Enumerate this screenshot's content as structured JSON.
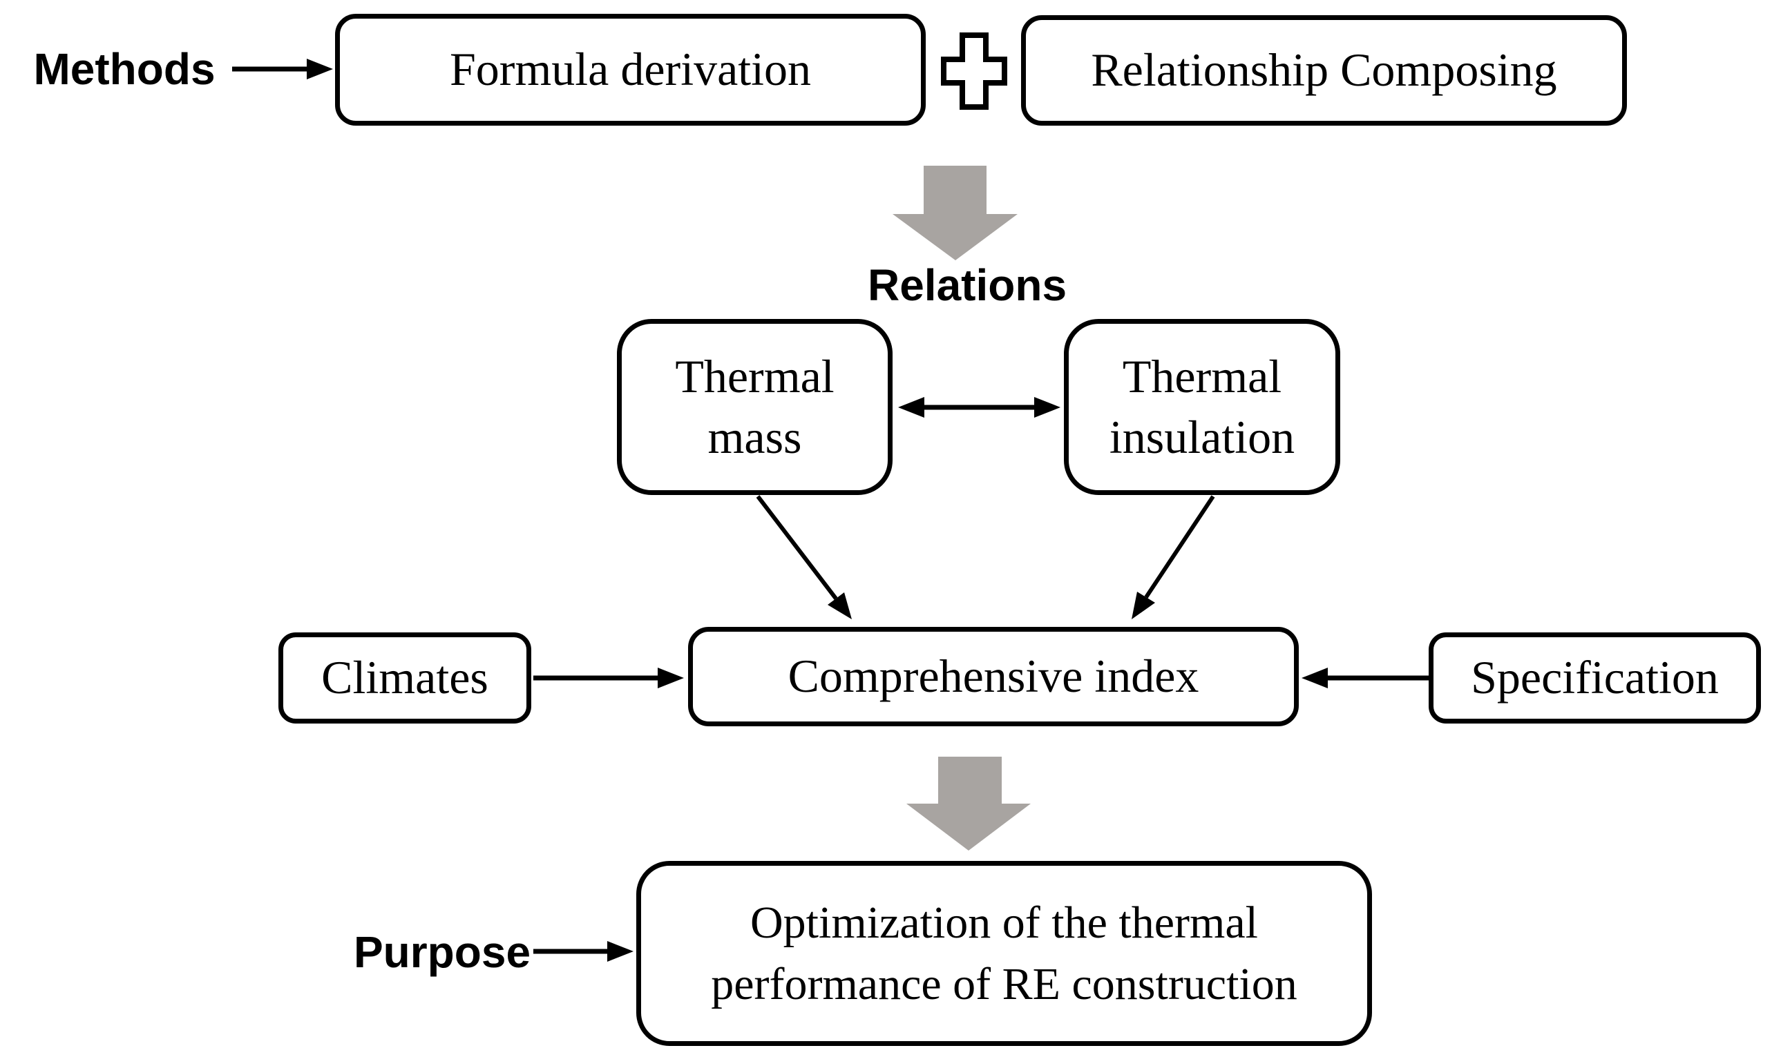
{
  "figure": {
    "labels": {
      "methods": "Methods",
      "relations": "Relations",
      "purpose": "Purpose"
    },
    "nodes": {
      "formula_derivation": "Formula derivation",
      "relationship_composing": "Relationship Composing",
      "thermal_mass": "Thermal mass",
      "thermal_insulation": "Thermal insulation",
      "climates": "Climates",
      "comprehensive_index": "Comprehensive index",
      "specification": "Specification",
      "optimization": "Optimization of the thermal performance of RE construction"
    },
    "icons": {
      "plus": "plus-icon",
      "block_arrow": "down-block-arrow-icon"
    },
    "colors": {
      "stroke": "#000000",
      "text": "#000000",
      "box_fill": "#ffffff",
      "block_arrow_gray": "#a8a4a1",
      "background": "#ffffff"
    },
    "edges": [
      {
        "from": "Methods",
        "to": "Formula derivation",
        "style": "arrow"
      },
      {
        "from": "Formula derivation",
        "to": "Relationship Composing",
        "style": "plus-join"
      },
      {
        "from": "Methods row",
        "to": "Relations",
        "style": "block-arrow-down"
      },
      {
        "from": "Thermal mass",
        "to": "Thermal insulation",
        "style": "double-arrow"
      },
      {
        "from": "Thermal mass",
        "to": "Comprehensive index",
        "style": "arrow"
      },
      {
        "from": "Thermal insulation",
        "to": "Comprehensive index",
        "style": "arrow"
      },
      {
        "from": "Climates",
        "to": "Comprehensive index",
        "style": "arrow"
      },
      {
        "from": "Specification",
        "to": "Comprehensive index",
        "style": "arrow"
      },
      {
        "from": "Comprehensive index",
        "to": "Optimization of the thermal performance of RE construction",
        "style": "block-arrow-down"
      },
      {
        "from": "Purpose",
        "to": "Optimization of the thermal performance of RE construction",
        "style": "arrow"
      }
    ]
  }
}
